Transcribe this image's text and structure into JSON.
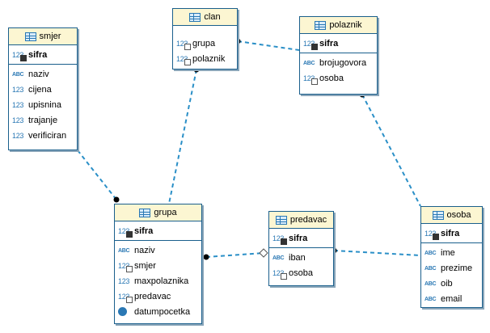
{
  "entities": {
    "smjer": {
      "title": "smjer",
      "pk": [
        {
          "name": "sifra",
          "type": "num"
        }
      ],
      "cols": [
        {
          "name": "naziv",
          "type": "text"
        },
        {
          "name": "cijena",
          "type": "num"
        },
        {
          "name": "upisnina",
          "type": "num"
        },
        {
          "name": "trajanje",
          "type": "num"
        },
        {
          "name": "verificiran",
          "type": "num"
        }
      ]
    },
    "clan": {
      "title": "clan",
      "pk": [],
      "cols": [
        {
          "name": "grupa",
          "type": "fk"
        },
        {
          "name": "polaznik",
          "type": "fk"
        }
      ]
    },
    "polaznik": {
      "title": "polaznik",
      "pk": [
        {
          "name": "sifra",
          "type": "num"
        }
      ],
      "cols": [
        {
          "name": "brojugovora",
          "type": "text"
        },
        {
          "name": "osoba",
          "type": "fk"
        }
      ]
    },
    "grupa": {
      "title": "grupa",
      "pk": [
        {
          "name": "sifra",
          "type": "num"
        }
      ],
      "cols": [
        {
          "name": "naziv",
          "type": "text"
        },
        {
          "name": "smjer",
          "type": "fk"
        },
        {
          "name": "maxpolaznika",
          "type": "num"
        },
        {
          "name": "predavac",
          "type": "fk"
        },
        {
          "name": "datumpocetka",
          "type": "date"
        }
      ]
    },
    "predavac": {
      "title": "predavac",
      "pk": [
        {
          "name": "sifra",
          "type": "num"
        }
      ],
      "cols": [
        {
          "name": "iban",
          "type": "text"
        },
        {
          "name": "osoba",
          "type": "fk"
        }
      ]
    },
    "osoba": {
      "title": "osoba",
      "pk": [
        {
          "name": "sifra",
          "type": "num"
        }
      ],
      "cols": [
        {
          "name": "ime",
          "type": "text"
        },
        {
          "name": "prezime",
          "type": "text"
        },
        {
          "name": "oib",
          "type": "text"
        },
        {
          "name": "email",
          "type": "text"
        }
      ]
    }
  },
  "relations": [
    {
      "from": "clan.grupa",
      "to": "grupa"
    },
    {
      "from": "clan.polaznik",
      "to": "polaznik"
    },
    {
      "from": "polaznik.osoba",
      "to": "osoba"
    },
    {
      "from": "grupa.smjer",
      "to": "smjer"
    },
    {
      "from": "grupa.predavac",
      "to": "predavac"
    },
    {
      "from": "predavac.osoba",
      "to": "osoba"
    }
  ],
  "colors": {
    "line": "#2a8fc7",
    "header": "#fcf6d2",
    "border": "#1a5f8c"
  }
}
